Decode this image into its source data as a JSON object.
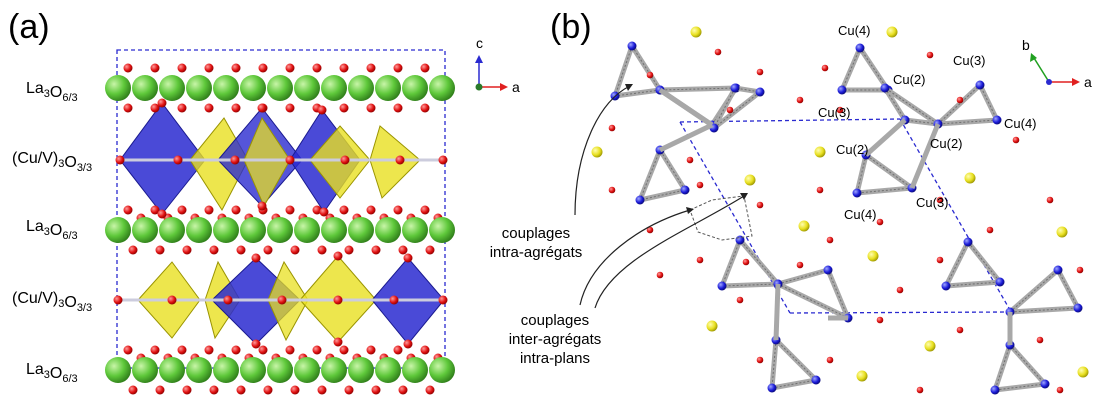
{
  "panel_a": {
    "label": "(a)",
    "layer_labels": [
      {
        "main": "La",
        "sub1": "3",
        "mid": "O",
        "sub2": "6/3"
      },
      {
        "main": "(Cu/V)",
        "sub1": "3",
        "mid": "O",
        "sub2": "3/3"
      },
      {
        "main": "La",
        "sub1": "3",
        "mid": "O",
        "sub2": "6/3"
      },
      {
        "main": "(Cu/V)",
        "sub1": "3",
        "mid": "O",
        "sub2": "3/3"
      },
      {
        "main": "La",
        "sub1": "3",
        "mid": "O",
        "sub2": "6/3"
      }
    ],
    "axes": {
      "up": "c",
      "right": "a"
    }
  },
  "panel_b": {
    "label": "(b)",
    "axes": {
      "up": "b",
      "right": "a"
    },
    "site_labels": [
      "Cu(4)",
      "Cu(3)",
      "Cu(2)",
      "Cu(3)",
      "Cu(4)",
      "Cu(2)",
      "Cu(2)",
      "Cu(4)",
      "Cu(3)"
    ],
    "annotation_intra": [
      "couplages",
      "intra-agrégats"
    ],
    "annotation_inter": [
      "couplages",
      "inter-agrégats",
      "intra-plans"
    ]
  },
  "colors": {
    "la": "#5ec83a",
    "oxygen": "#e01010",
    "cu_polyhedra": "#2a2ad0",
    "v_polyhedra": "#e8e020",
    "cu_atom": "#1a1ad8",
    "bond": "#a8a8a8",
    "cell": "#2a2ad0",
    "axis_a": "#e02020",
    "axis_b": "#20a020",
    "axis_c": "#2a2ad0"
  }
}
